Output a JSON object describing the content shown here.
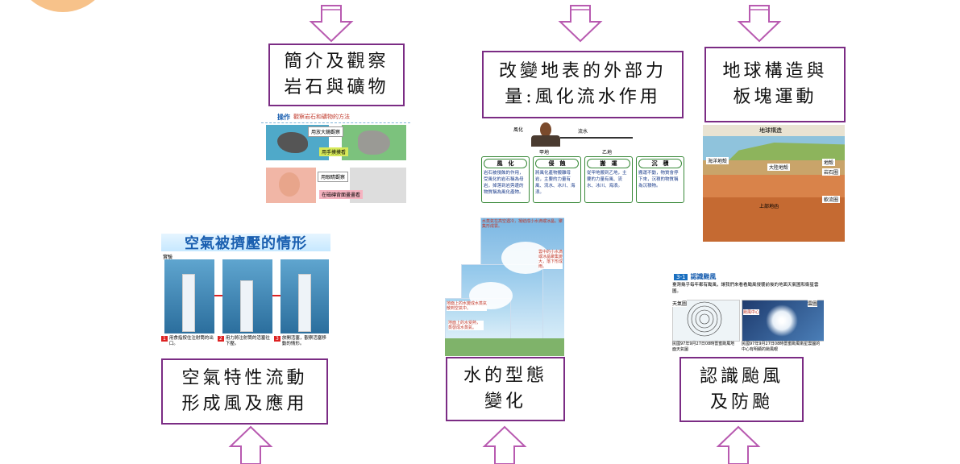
{
  "boxes": {
    "rocks": {
      "line1": "簡介及觀察",
      "line2": "岩石與礦物"
    },
    "erosion": {
      "line1": "改變地表的外部力",
      "line2": "量:風化流水作用"
    },
    "earth": {
      "line1": "地球構造與",
      "line2": "板塊運動"
    },
    "air": {
      "line1": "空氣特性流動",
      "line2": "形成風及應用"
    },
    "water": {
      "line1": "水的型態",
      "line2": "變化"
    },
    "typhoon": {
      "line1": "認識颱風",
      "line2": "及防颱"
    }
  },
  "rock_panel": {
    "header": "操作",
    "header_sub": "觀察岩石和礦物的方法",
    "lbl1": "用放大鏡觀察",
    "lbl2": "用手摸摸看",
    "lbl3": "用眼睛觀察",
    "lbl4": "在磁磚背面畫畫看"
  },
  "erosion_panel": {
    "lbl_top1": "風化",
    "lbl_top2": "流水",
    "lbl_place1": "甲地",
    "lbl_place2": "乙地",
    "cards": [
      {
        "title": "風　化",
        "text": "岩石被侵蝕的作用，受風化的岩石稱為母岩，掉落到岩旁邊的物質稱為風化產物。"
      },
      {
        "title": "侵　蝕",
        "text": "將風化產物搬離母岩，主要的力量有風、流水、冰川、海浪。"
      },
      {
        "title": "搬　運",
        "text": "從甲地搬到乙地，主要的力量有風、流水、冰川、海浪。"
      },
      {
        "title": "沉　積",
        "text": "搬運不動，物質會停下來，沉積的物質稱為沉積物。"
      }
    ]
  },
  "earth_panel": {
    "title": "地球構造",
    "lbl1": "海洋地殼",
    "lbl2": "大陸地殼",
    "lbl3": "地殼",
    "lbl4": "岩石圈",
    "lbl5": "軟流圈",
    "lbl6": "上部地函"
  },
  "air_panel": {
    "title": "空氣被擠壓的情形",
    "tag": "實驗",
    "captions": [
      "用食指按住注射筒的出口。",
      "用力將注射筒的活塞往下壓。",
      "放開活塞，觀察活塞移動的情形。"
    ],
    "nums": [
      "1",
      "2",
      "3"
    ]
  },
  "water_panel": {
    "caption_top": "水蒸氣在高空遇冷，凝結成小水滴或冰晶，聚集形成雲。",
    "caption_left": "地面上的水變成水蒸氣散到空氣中。",
    "caption_bottom": "地面上的水受熱，蒸發成水蒸氣。",
    "caption_right": "雲中的小水滴或冰晶聚集變大，落下形成雨。"
  },
  "typhoon_panel": {
    "badge": "3-1",
    "heading": "認識颱風",
    "intro": "臺灣幾乎每年都有颱風，讓我們來看看颱風侵襲前後的地面天氣圖和衛星雲圖。",
    "tag_left": "天氣圖",
    "tag_right": "雲圖",
    "map_label": "颱風中心",
    "cap_left": "民國97年9月27日08時薔蜜颱風地面天氣圖",
    "cap_right": "民國97年9月27日08時薔蜜颱風衛星雲圖的中心有明顯的颱風眼"
  }
}
